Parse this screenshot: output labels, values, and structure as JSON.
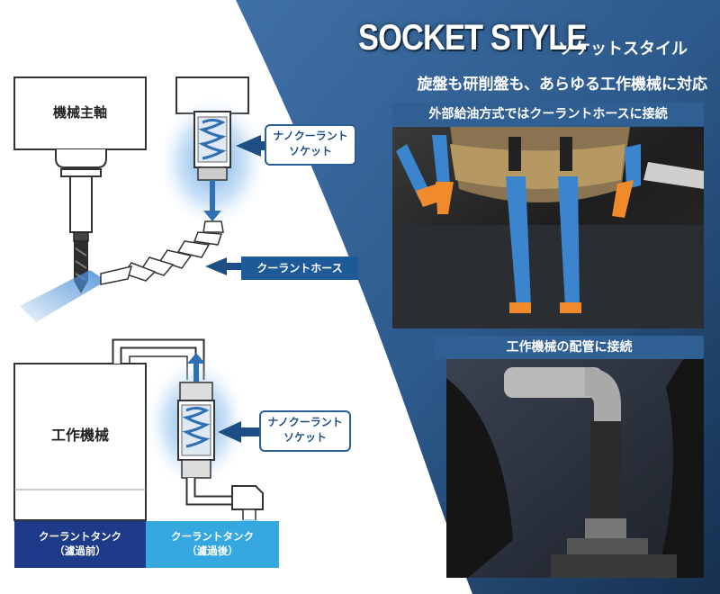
{
  "header": {
    "title": "SOCKET STYLE",
    "title_kana": "ソケットスタイル",
    "subtitle": "旋盤も研削盤も、あらゆる工作機械に対応"
  },
  "diagram": {
    "spindle_label": "機械主軸",
    "machine_label": "工作機械",
    "socket_callout_top": "ナノクーラント\nソケット",
    "hose_label": "クーラントホース",
    "socket_callout_bottom": "ナノクーラント\nソケット",
    "tank_before": "クーラントタンク\n（濾過前）",
    "tank_after": "クーラントタンク\n（濾過後）"
  },
  "photos": {
    "top_caption": "外部給油方式ではクーラントホースに接続",
    "bottom_caption": "工作機械の配管に接続"
  },
  "colors": {
    "brand_blue": "#2b5d97",
    "panel_dark": "#1f3f66",
    "hose_blue": "#2f80c9",
    "nozzle_orange": "#f08a2a",
    "tank_before": "#1e3b8a",
    "tank_after": "#36a8e0"
  }
}
